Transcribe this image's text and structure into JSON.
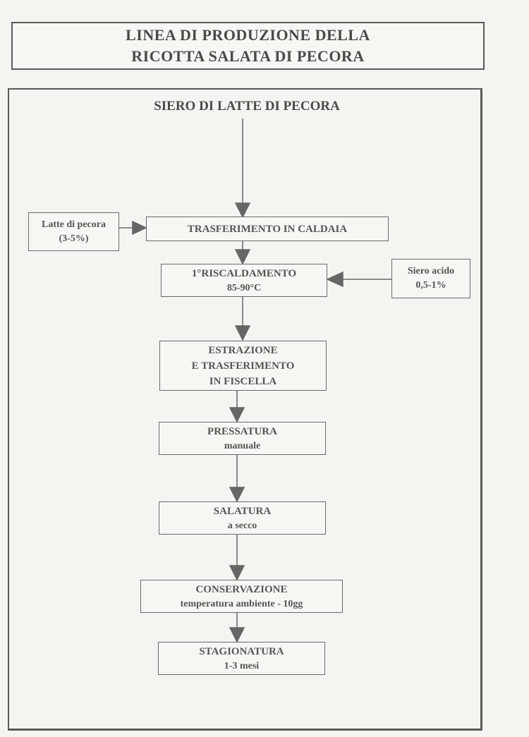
{
  "title": {
    "line1": "LINEA DI PRODUZIONE DELLA",
    "line2": "RICOTTA SALATA DI PECORA"
  },
  "start": "SIERO DI LATTE DI PECORA",
  "inputs": {
    "left": {
      "line1": "Latte di pecora",
      "line2": "(3-5%)"
    },
    "right": {
      "line1": "Siero acido",
      "line2": "0,5-1%"
    }
  },
  "steps": [
    {
      "line1": "TRASFERIMENTO IN CALDAIA"
    },
    {
      "line1": "1°RISCALDAMENTO",
      "line2": "85-90°C"
    },
    {
      "line1": "ESTRAZIONE",
      "line2": "E TRASFERIMENTO",
      "line3": "IN FISCELLA"
    },
    {
      "line1": "PRESSATURA",
      "line2": "manuale"
    },
    {
      "line1": "SALATURA",
      "line2": "a secco"
    },
    {
      "line1": "CONSERVAZIONE",
      "line2": "temperatura ambiente - 10gg"
    },
    {
      "line1": "STAGIONATURA",
      "line2": "1-3 mesi"
    }
  ],
  "colors": {
    "ink": "#4a4a4a",
    "arrow": "#666666",
    "paper": "#f5f4f1"
  }
}
